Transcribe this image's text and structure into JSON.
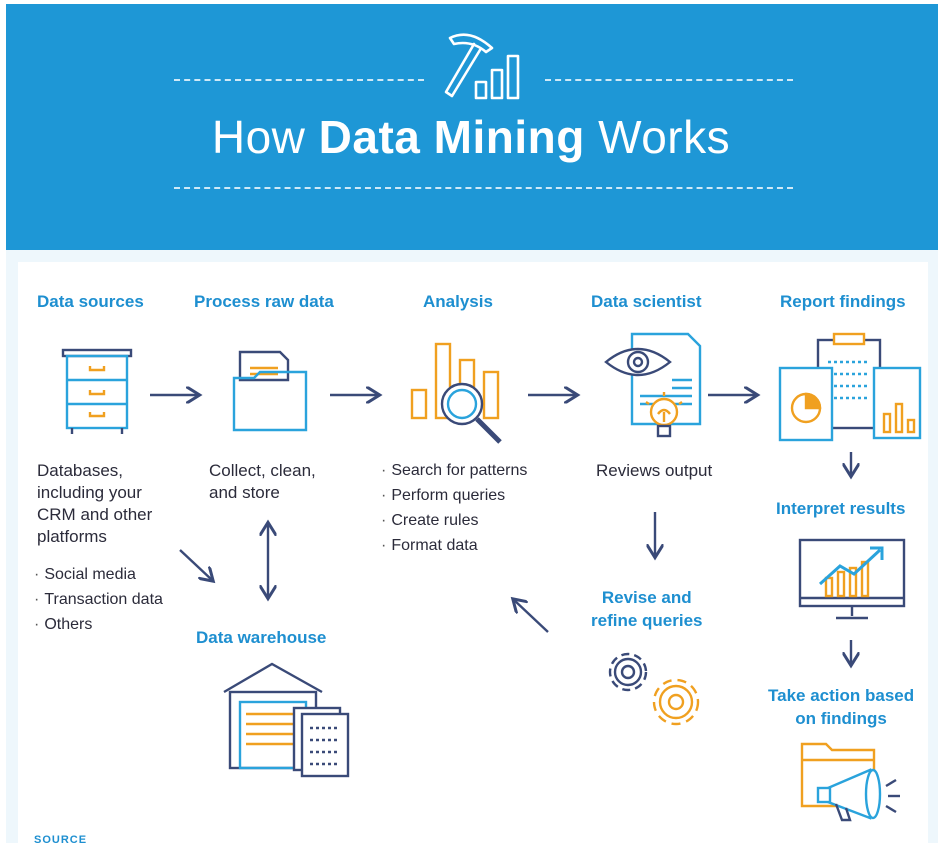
{
  "header": {
    "title_light_1": "How ",
    "title_bold": "Data Mining",
    "title_light_2": " Works"
  },
  "stages": {
    "data_sources": "Data sources",
    "process_raw_data": "Process raw data",
    "analysis": "Analysis",
    "data_scientist": "Data scientist",
    "report_findings": "Report findings",
    "data_warehouse": "Data warehouse",
    "revise_line1": "Revise and",
    "revise_line2": "refine queries",
    "interpret_results": "Interpret results",
    "take_action_line1": "Take action based",
    "take_action_line2": "on findings"
  },
  "descriptions": {
    "data_sources_lines": [
      "Databases,",
      "including your",
      "CRM and other",
      "platforms"
    ],
    "data_sources_list": [
      "Social media",
      "Transaction data",
      "Others"
    ],
    "process_lines": [
      "Collect, clean,",
      "and store"
    ],
    "analysis_list": [
      "Search for patterns",
      "Perform queries",
      "Create rules",
      "Format data"
    ],
    "scientist_line": "Reviews output"
  },
  "footer": {
    "source_label": "SOURCE"
  },
  "colors": {
    "header_blue": "#1e97d6",
    "label_blue": "#1e8fd0",
    "icon_navy": "#3a4a78",
    "icon_cyan": "#2aa3dc",
    "icon_orange": "#f0a020"
  },
  "icons": [
    "pickaxe-chart-icon",
    "filing-cabinet-icon",
    "folder-icon",
    "bar-chart-magnifier-icon",
    "eye-document-bulb-icon",
    "report-charts-icon",
    "warehouse-icon",
    "gears-icon",
    "monitor-trend-icon",
    "folder-megaphone-icon"
  ]
}
